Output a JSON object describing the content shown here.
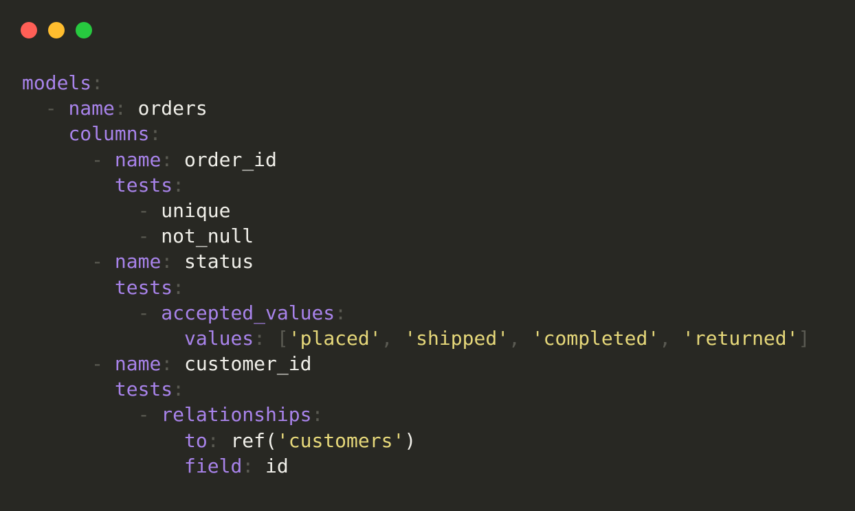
{
  "window": {
    "buttons": [
      {
        "name": "close",
        "color": "#ff5f56"
      },
      {
        "name": "minimize",
        "color": "#ffbd2e"
      },
      {
        "name": "maximize",
        "color": "#27c93f"
      }
    ]
  },
  "colors": {
    "background": "#282823",
    "key": "#a883ea",
    "punctuation": "#5a5a52",
    "value": "#f1f0ea",
    "string": "#e6d87a"
  },
  "code": {
    "language": "yaml",
    "lines": [
      {
        "indent": "",
        "dash": "",
        "key": "models",
        "colon": ":",
        "value": ""
      },
      {
        "indent": "  ",
        "dash": "- ",
        "key": "name",
        "colon": ": ",
        "value": "orders"
      },
      {
        "indent": "    ",
        "dash": "",
        "key": "columns",
        "colon": ":",
        "value": ""
      },
      {
        "indent": "    ",
        "dash": "  - ",
        "key": "name",
        "colon": ": ",
        "value": "order_id"
      },
      {
        "indent": "        ",
        "dash": "",
        "key": "tests",
        "colon": ":",
        "value": ""
      },
      {
        "indent": "        ",
        "dash": "  - ",
        "key": "",
        "colon": "",
        "value": "unique"
      },
      {
        "indent": "        ",
        "dash": "  - ",
        "key": "",
        "colon": "",
        "value": "not_null"
      },
      {
        "indent": "    ",
        "dash": "  - ",
        "key": "name",
        "colon": ": ",
        "value": "status"
      },
      {
        "indent": "        ",
        "dash": "",
        "key": "tests",
        "colon": ":",
        "value": ""
      },
      {
        "indent": "        ",
        "dash": "  - ",
        "key": "accepted_values",
        "colon": ":",
        "value": ""
      },
      {
        "indent": "              ",
        "dash": "",
        "key": "values",
        "colon": ": ",
        "value": ""
      },
      {
        "indent": "    ",
        "dash": "  - ",
        "key": "name",
        "colon": ": ",
        "value": "customer_id"
      },
      {
        "indent": "        ",
        "dash": "",
        "key": "tests",
        "colon": ":",
        "value": ""
      },
      {
        "indent": "        ",
        "dash": "  - ",
        "key": "relationships",
        "colon": ":",
        "value": ""
      },
      {
        "indent": "              ",
        "dash": "",
        "key": "to",
        "colon": ": ",
        "value": ""
      },
      {
        "indent": "              ",
        "dash": "",
        "key": "field",
        "colon": ": ",
        "value": "id"
      }
    ],
    "accepted_values_list": [
      "'placed'",
      "'shipped'",
      "'completed'",
      "'returned'"
    ],
    "ref_call": {
      "fn": "ref(",
      "arg": "'customers'",
      "close": ")"
    }
  }
}
